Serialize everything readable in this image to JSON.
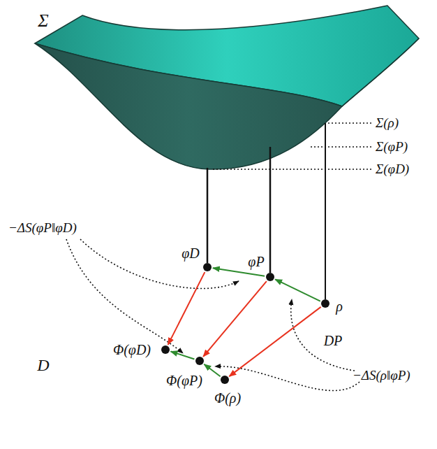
{
  "diagram": {
    "nodes": [
      {
        "text": [
          "D"
        ]
      },
      {
        "text": [
          "DP"
        ],
        "in": 0
      },
      {
        "text": [
          "φD"
        ],
        "in": 0
      },
      {
        "text": [
          "φP"
        ],
        "in": 0
      },
      {
        "text": [
          "ρ"
        ],
        "in": 1
      },
      {
        "text": [
          "Φ(φD)"
        ],
        "in": 0
      },
      {
        "text": [
          "Φ(φP)"
        ],
        "in": 0
      },
      {
        "text": [
          "Φ(ρ)"
        ],
        "in": 0
      }
    ],
    "edges": [
      {
        "from": 4,
        "to": 3,
        "arrow": "to"
      },
      {
        "from": 3,
        "to": 2,
        "arrow": "to"
      },
      {
        "from": 7,
        "to": 6,
        "arrow": "to"
      },
      {
        "from": 6,
        "to": 5,
        "arrow": "to"
      },
      {
        "from": 2,
        "to": 5,
        "arrow": "to"
      },
      {
        "from": 3,
        "to": 6,
        "arrow": "to"
      },
      {
        "from": 4,
        "to": 7,
        "arrow": "to"
      }
    ],
    "labels": [
      "Σ",
      "Σ(ρ)",
      "Σ(φP)",
      "Σ(φD)",
      "−ΔS(φP‖φD)",
      "−ΔS(ρ‖φP)"
    ]
  }
}
